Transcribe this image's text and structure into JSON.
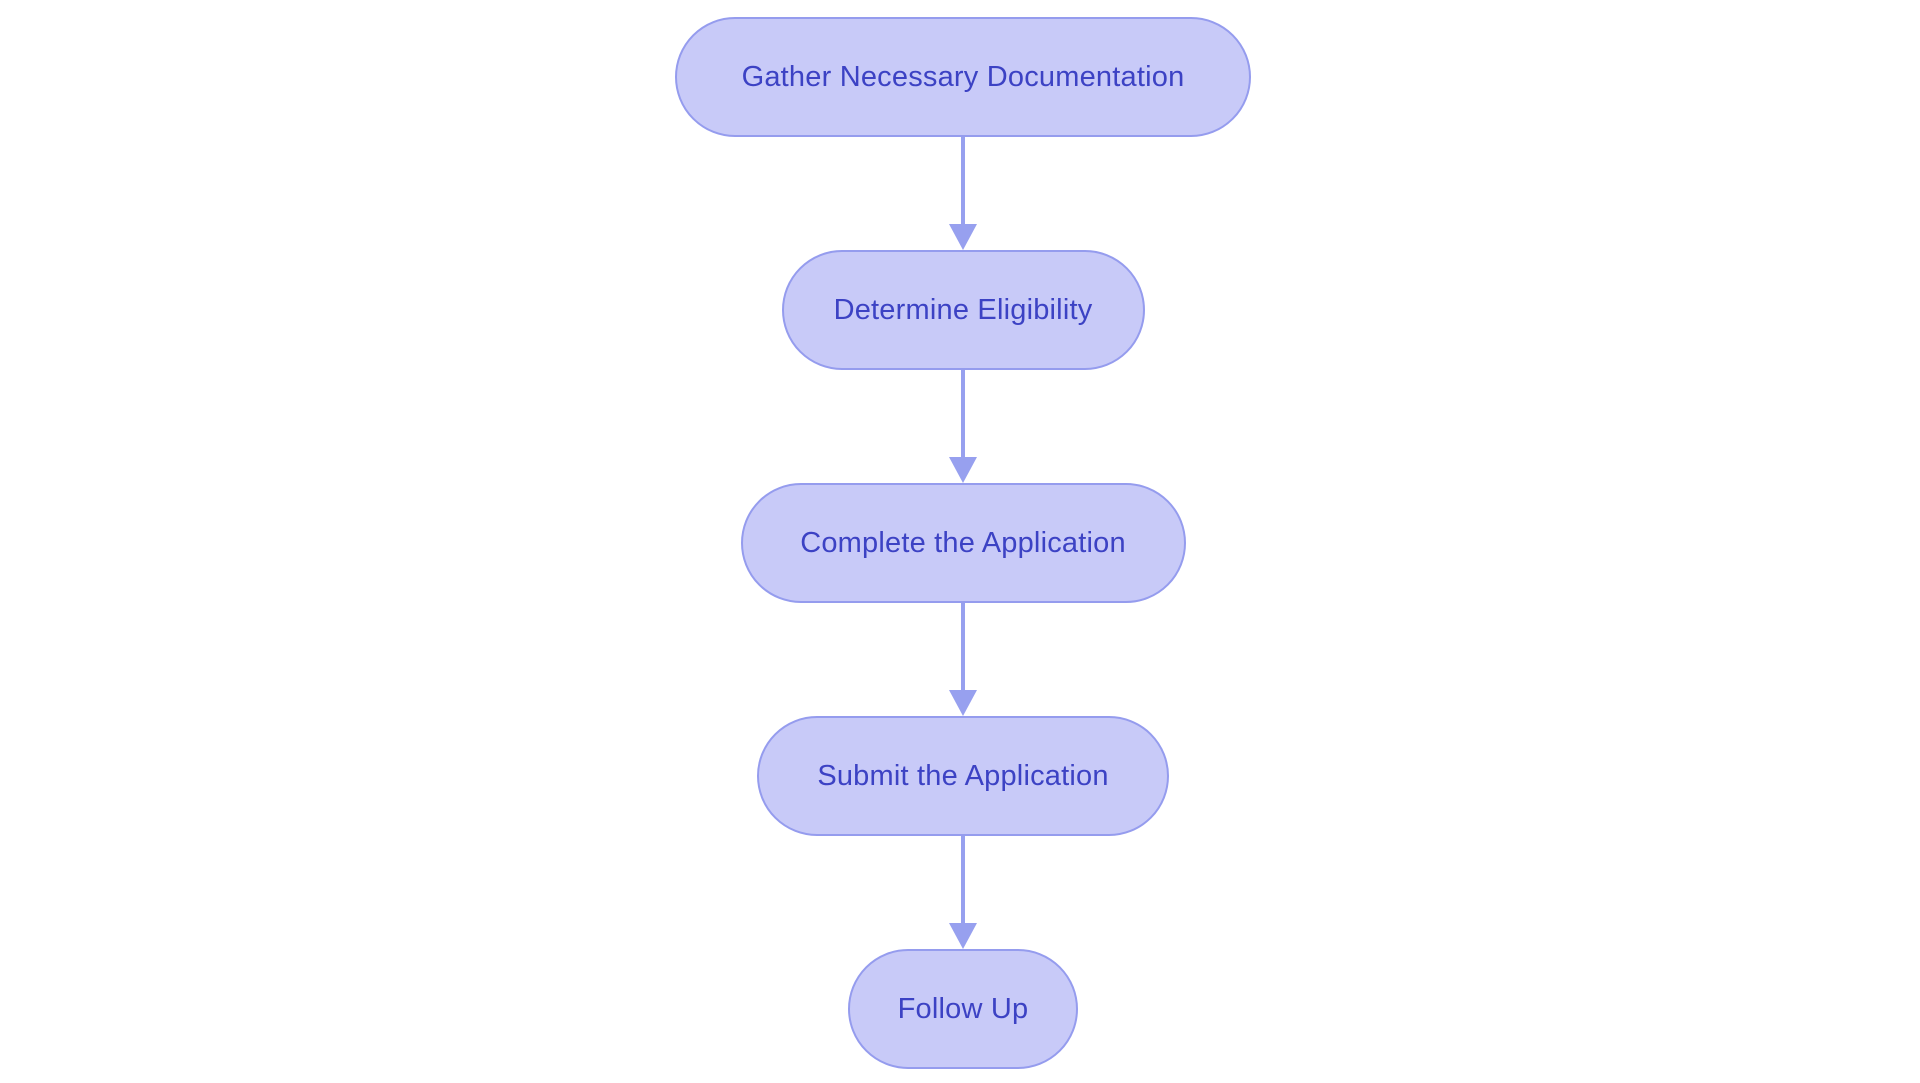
{
  "diagram": {
    "type": "flowchart",
    "orientation": "vertical",
    "background_color": "#ffffff",
    "node_fill_color": "#c8caf8",
    "node_border_color": "#959cee",
    "node_text_color": "#3c42c4",
    "arrow_color": "#97a0ef",
    "nodes": [
      {
        "id": "gather-necessary-documentation",
        "label": "Gather Necessary Documentation",
        "shape": "pill"
      },
      {
        "id": "determine-eligibility",
        "label": "Determine Eligibility",
        "shape": "pill"
      },
      {
        "id": "complete-the-application",
        "label": "Complete the Application",
        "shape": "pill"
      },
      {
        "id": "submit-the-application",
        "label": "Submit the Application",
        "shape": "pill"
      },
      {
        "id": "follow-up",
        "label": "Follow Up",
        "shape": "pill"
      }
    ],
    "edges": [
      {
        "from": "gather-necessary-documentation",
        "to": "determine-eligibility",
        "style": "arrow-down"
      },
      {
        "from": "determine-eligibility",
        "to": "complete-the-application",
        "style": "arrow-down"
      },
      {
        "from": "complete-the-application",
        "to": "submit-the-application",
        "style": "arrow-down"
      },
      {
        "from": "submit-the-application",
        "to": "follow-up",
        "style": "arrow-down"
      }
    ]
  }
}
